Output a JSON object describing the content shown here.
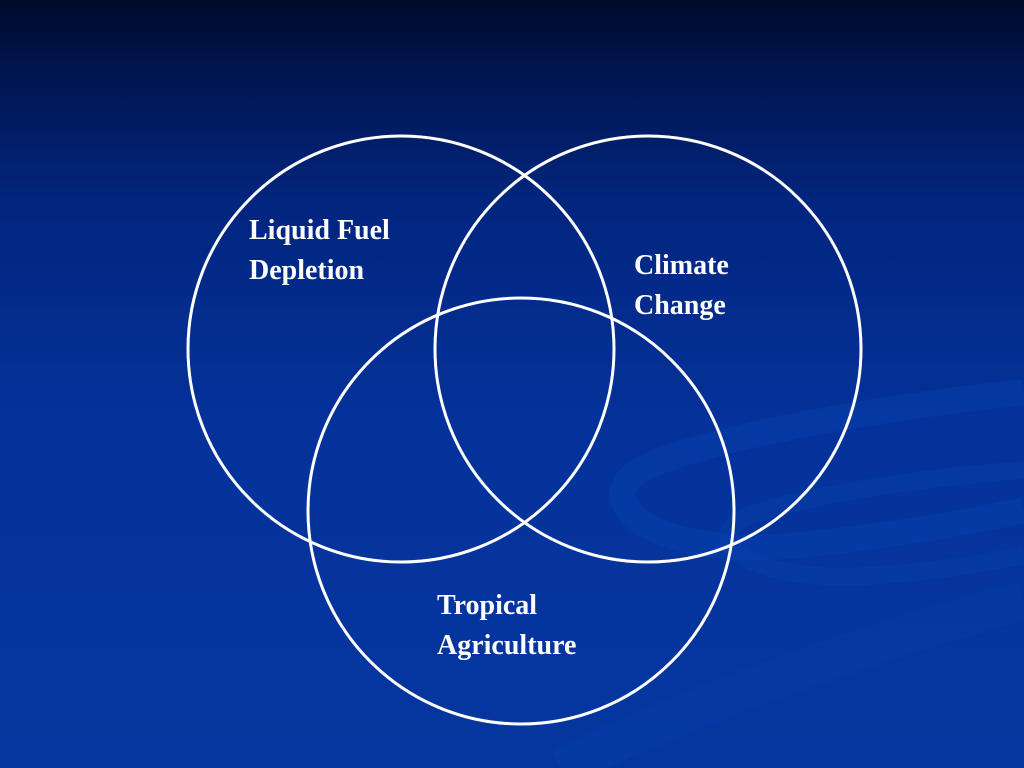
{
  "slide": {
    "background_color": "#03309a",
    "circle_stroke_color": "#ffffff"
  },
  "diagram": {
    "type": "venn",
    "sets": [
      {
        "id": "fuel",
        "line1": "Liquid Fuel",
        "line2": "Depletion"
      },
      {
        "id": "climate",
        "line1": "Climate",
        "line2": "Change"
      },
      {
        "id": "agri",
        "line1": "Tropical",
        "line2": "Agriculture"
      }
    ]
  }
}
